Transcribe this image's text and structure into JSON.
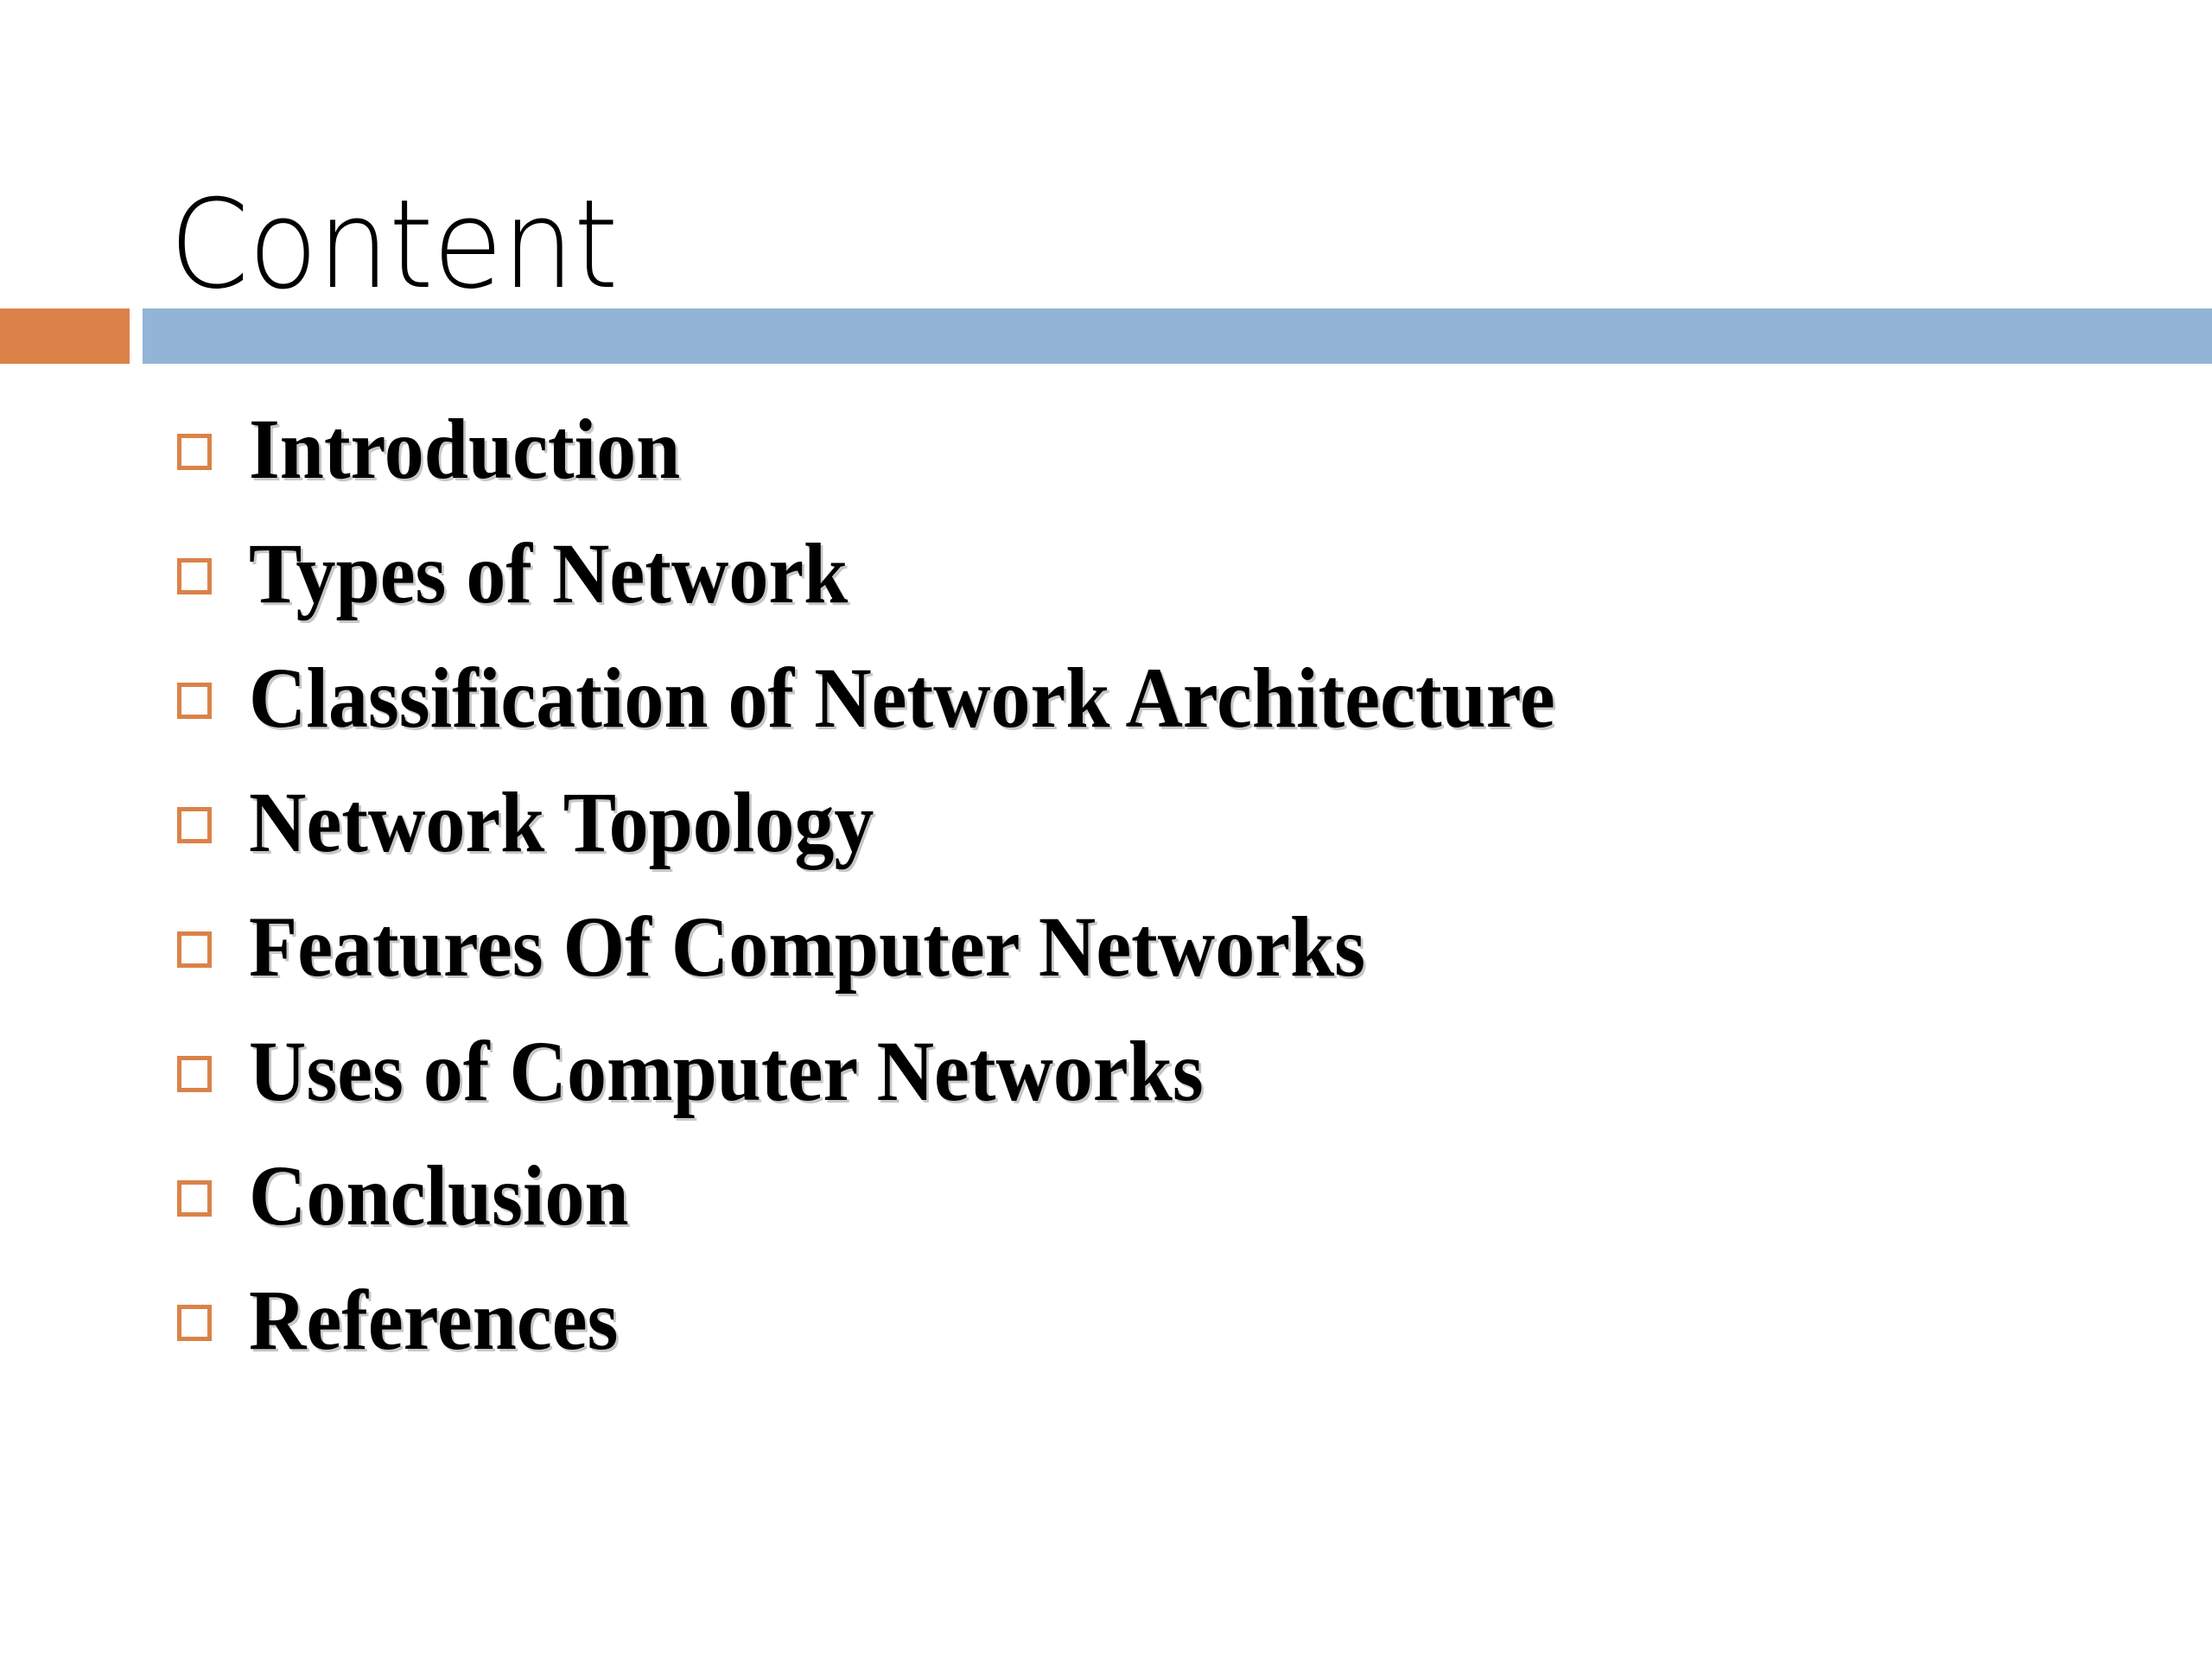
{
  "slide": {
    "title": "Content",
    "theme": {
      "accent_color": "#DB8248",
      "band_color": "#92B4D6",
      "text_color": "#000000",
      "background_color": "#FFFFFF",
      "bullet_color": "#DB8248"
    },
    "bullets": [
      {
        "label": "Introduction"
      },
      {
        "label": "Types of Network"
      },
      {
        "label": "Classification of Network Architecture"
      },
      {
        "label": "Network Topology"
      },
      {
        "label": "Features Of Computer Networks"
      },
      {
        "label": "Uses of Computer Networks"
      },
      {
        "label": "Conclusion"
      },
      {
        "label": "References"
      }
    ]
  }
}
